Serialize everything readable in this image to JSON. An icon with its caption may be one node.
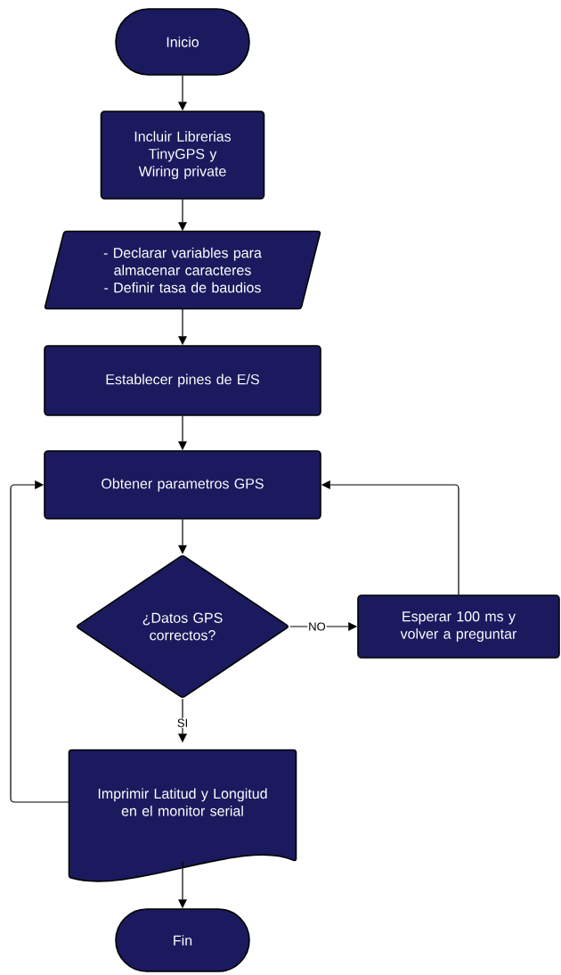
{
  "diagram": {
    "nodes": [
      {
        "text": [
          "Inicio"
        ]
      },
      {
        "text": [
          "Incluir Librerias TinyGPS y Wiring private"
        ]
      },
      {
        "text": [
          "- Declarar variables para almacenar caracteres",
          "- Definir tasa de baudios"
        ]
      },
      {
        "text": [
          "Establecer pines de E/S"
        ]
      },
      {
        "text": [
          "Obtener parametros GPS"
        ]
      },
      {
        "text": [
          "¿Datos GPS correctos?"
        ]
      },
      {
        "text": [
          "Esperar 100 ms y volver a preguntar"
        ]
      },
      {
        "text": [
          "Imprimir Latitud y Longitud en el monitor serial"
        ]
      },
      {
        "text": [
          "Fin"
        ]
      }
    ],
    "edges": [
      {
        "from": 0,
        "to": 1,
        "arrow": "to"
      },
      {
        "from": 1,
        "to": 2,
        "arrow": "to"
      },
      {
        "from": 2,
        "to": 3,
        "arrow": "to"
      },
      {
        "from": 3,
        "to": 4,
        "arrow": "to"
      },
      {
        "from": 4,
        "to": 5,
        "arrow": "to"
      },
      {
        "from": 5,
        "to": 6,
        "label": "NO",
        "arrow": "to"
      },
      {
        "from": 5,
        "to": 7,
        "label": "SI",
        "arrow": "to"
      },
      {
        "from": 6,
        "to": 4,
        "arrow": "to"
      },
      {
        "from": 7,
        "to": 4,
        "arrow": "to"
      },
      {
        "from": 7,
        "to": 8,
        "arrow": "to"
      }
    ]
  }
}
